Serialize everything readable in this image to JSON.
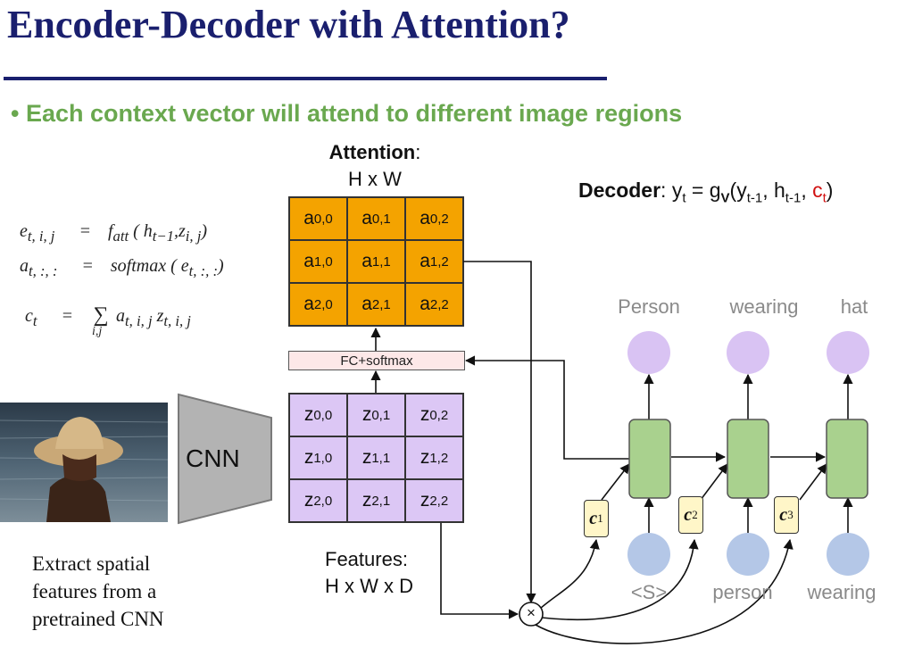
{
  "slide": {
    "title": "Encoder-Decoder with Attention?",
    "bullet": "• Each context vector will attend to different image regions"
  },
  "attention": {
    "title": "Attention",
    "colon": ":",
    "size": "H x W",
    "cells": [
      [
        "0,0",
        "0,1",
        "0,2"
      ],
      [
        "1,0",
        "1,1",
        "1,2"
      ],
      [
        "2,0",
        "2,1",
        "2,2"
      ]
    ],
    "letter": "a"
  },
  "fc_label": "FC+softmax",
  "features": {
    "letter": "z",
    "cells": [
      [
        "0,0",
        "0,1",
        "0,2"
      ],
      [
        "1,0",
        "1,1",
        "1,2"
      ],
      [
        "2,0",
        "2,1",
        "2,2"
      ]
    ],
    "label_line1": "Features:",
    "label_line2": "H x W x D"
  },
  "cnn_label": "CNN",
  "caption": [
    "Extract spatial",
    "features from a",
    "pretrained CNN"
  ],
  "equations": {
    "line1_lhs": "e",
    "line1_lhs_sub": "t, i, j",
    "line1_rhs": "f",
    "line1_rhs_sub": "att",
    "line1_args": "( h",
    "line1_h_sub": "t−1",
    "line1_z": ",z",
    "line1_z_sub": "i, j",
    "line1_close": ")",
    "line2_lhs": "a",
    "line2_lhs_sub": "t, :, :",
    "line2_rhs": "softmax ( e",
    "line2_rhs_sub": "t, :, :",
    "line2_close": ")",
    "line3_lhs": "c",
    "line3_lhs_sub": "t",
    "line3_sum": "∑",
    "line3_sum_sub": "i,j",
    "line3_a": "a",
    "line3_a_sub": "t, i, j",
    "line3_z": "z",
    "line3_z_sub": "t, i, j",
    "equals": "="
  },
  "decoder": {
    "label": "Decoder",
    "colon": ":",
    "y": "y",
    "y_sub": "t",
    "eq": " = g",
    "g_sub": "V",
    "open": "(y",
    "y_prev_sub": "t-1",
    "comma1": ", h",
    "h_sub": "t-1",
    "comma2": ", ",
    "c": "c",
    "c_sub": "t",
    "close": ")"
  },
  "outputs": [
    "Person",
    "wearing",
    "hat"
  ],
  "inputs": [
    "<S>",
    "person",
    "wearing"
  ],
  "context_vectors": [
    {
      "letter": "c",
      "sub": "1"
    },
    {
      "letter": "c",
      "sub": "2"
    },
    {
      "letter": "c",
      "sub": "3"
    }
  ],
  "multiply_symbol": "×",
  "colors": {
    "title": "#1a1f6e",
    "bullet": "#6aa84f",
    "attention": "#f4a300",
    "features": "#dcc7f5",
    "rnn_cell": "#a9d18e",
    "output_node": "#d9c3f3",
    "input_node": "#b4c7e7",
    "context": "#fff6c8",
    "highlight": "#d01010"
  }
}
